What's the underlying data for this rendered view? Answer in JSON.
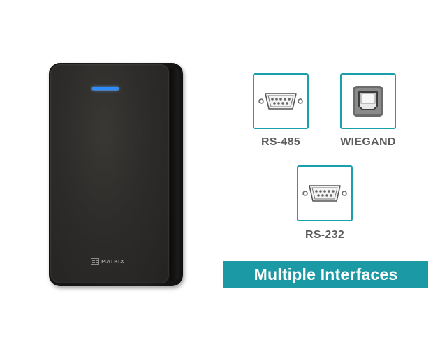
{
  "device": {
    "brand": "MATRIX",
    "led_color": "#2f8cff"
  },
  "interfaces": [
    {
      "label": "RS-485",
      "icon": "db9-serial-port-icon"
    },
    {
      "label": "WIEGAND",
      "icon": "wiegand-connector-icon"
    },
    {
      "label": "RS-232",
      "icon": "db9-serial-port-icon"
    }
  ],
  "banner": {
    "text": "Multiple Interfaces",
    "color": "#1b9aa5"
  },
  "colors": {
    "accent": "#1aa0ab",
    "label_text": "#5d5d5d"
  }
}
